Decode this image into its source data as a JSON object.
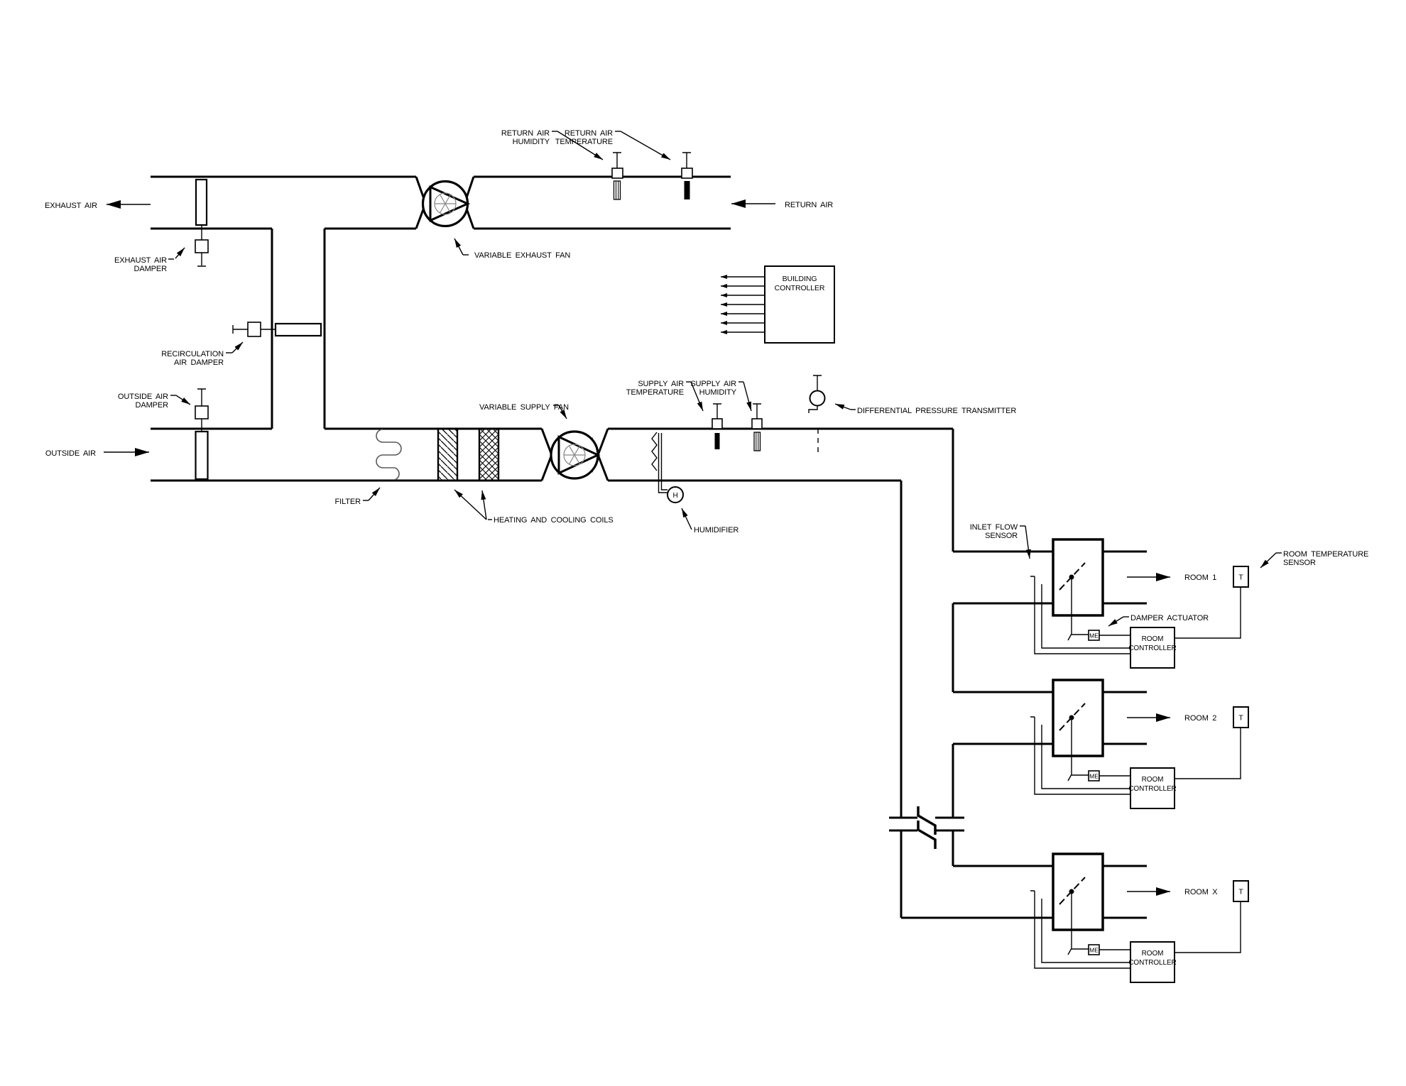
{
  "style": {
    "line_color": "#000000",
    "background": "#ffffff"
  },
  "ahu": {
    "exhaust_air": "EXHAUST AIR",
    "exhaust_air_damper": [
      "EXHAUST AIR",
      "DAMPER"
    ],
    "recirculation_air_damper": [
      "RECIRCULATION",
      "AIR DAMPER"
    ],
    "outside_air_damper": [
      "OUTSIDE AIR",
      "DAMPER"
    ],
    "outside_air": "OUTSIDE AIR",
    "filter": "FILTER",
    "heating_cooling_coils": "HEATING AND COOLING COILS",
    "variable_supply_fan": "VARIABLE SUPPLY FAN",
    "variable_exhaust_fan": "VARIABLE EXHAUST FAN",
    "return_air_humidity": [
      "RETURN AIR",
      "HUMIDITY"
    ],
    "return_air_temperature": [
      "RETURN AIR",
      "TEMPERATURE"
    ],
    "return_air": "RETURN AIR",
    "supply_air_temperature": [
      "SUPPLY AIR",
      "TEMPERATURE"
    ],
    "supply_air_humidity": [
      "SUPPLY AIR",
      "HUMIDITY"
    ],
    "differential_pressure_transmitter": "DIFFERENTIAL PRESSURE TRANSMITTER",
    "humidifier": "HUMIDIFIER",
    "humidifier_tag": "H"
  },
  "building_controller": [
    "BUILDING",
    "CONTROLLER"
  ],
  "distribution": {
    "inlet_flow_sensor": [
      "INLET FLOW",
      "SENSOR"
    ],
    "damper_actuator": "DAMPER ACTUATOR",
    "room_temperature_sensor": [
      "ROOM TEMPERATURE",
      "SENSOR"
    ],
    "room_controller": [
      "ROOM",
      "CONTROLLER"
    ],
    "actuator_tag": "ME",
    "temp_sensor_tag": "T",
    "rooms": [
      {
        "label": "ROOM 1"
      },
      {
        "label": "ROOM 2"
      },
      {
        "label": "ROOM X"
      }
    ]
  }
}
